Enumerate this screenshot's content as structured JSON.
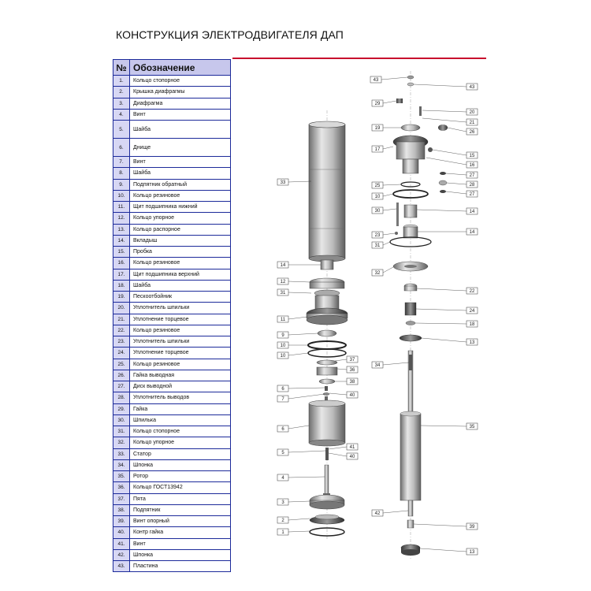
{
  "title": "КОНСТРУКЦИЯ ЭЛЕКТРОДВИГАТЕЛЯ ДАП",
  "table": {
    "header_num": "№",
    "header_name": "Обозначение",
    "rows": [
      {
        "num": "1.",
        "name": "Кольцо стопорное"
      },
      {
        "num": "2.",
        "name": "Крышка диафрагмы"
      },
      {
        "num": "3.",
        "name": "Диафрагма"
      },
      {
        "num": "4.",
        "name": "Винт"
      },
      {
        "num": "5.",
        "name": "Шайба"
      },
      {
        "num": "6.",
        "name": "Днище"
      },
      {
        "num": "7.",
        "name": "Винт"
      },
      {
        "num": "8.",
        "name": "Шайба"
      },
      {
        "num": "9.",
        "name": "Подпятник обратный"
      },
      {
        "num": "10.",
        "name": "Кольцо резиновое"
      },
      {
        "num": "11.",
        "name": "Щит подшипника нижний"
      },
      {
        "num": "12.",
        "name": "Кольцо упорное"
      },
      {
        "num": "13.",
        "name": "Кольцо распорное"
      },
      {
        "num": "14.",
        "name": "Вкладыш"
      },
      {
        "num": "15.",
        "name": "Пробка"
      },
      {
        "num": "16.",
        "name": "Кольцо резиновое"
      },
      {
        "num": "17.",
        "name": "Щит подшипника верхний"
      },
      {
        "num": "18.",
        "name": "Шайба"
      },
      {
        "num": "19.",
        "name": "Пескоотбойник"
      },
      {
        "num": "20.",
        "name": "Уплотнитель шпильки"
      },
      {
        "num": "21.",
        "name": "Уплотнение торцевое"
      },
      {
        "num": "22.",
        "name": "Кольцо резиновое"
      },
      {
        "num": "23.",
        "name": "Уплотнитель шпильки"
      },
      {
        "num": "24.",
        "name": "Уплотнение торцевое"
      },
      {
        "num": "25.",
        "name": "Кольцо резиновое"
      },
      {
        "num": "26.",
        "name": "Гайка выводная"
      },
      {
        "num": "27.",
        "name": "Диск выводной"
      },
      {
        "num": "28.",
        "name": "Уплотнитель выводов"
      },
      {
        "num": "29.",
        "name": "Гайка"
      },
      {
        "num": "30.",
        "name": "Шпилька"
      },
      {
        "num": "31.",
        "name": "Кольцо стопорное"
      },
      {
        "num": "32.",
        "name": "Кольцо упорное"
      },
      {
        "num": "33.",
        "name": "Статор"
      },
      {
        "num": "34.",
        "name": "Шпонка"
      },
      {
        "num": "35.",
        "name": "Ротор"
      },
      {
        "num": "36.",
        "name": "Кольцо ГОСТ13942"
      },
      {
        "num": "37.",
        "name": "Пята"
      },
      {
        "num": "38.",
        "name": "Подпятник"
      },
      {
        "num": "39.",
        "name": "Винт опорный"
      },
      {
        "num": "40.",
        "name": "Контр гайка"
      },
      {
        "num": "41.",
        "name": "Винт"
      },
      {
        "num": "42.",
        "name": "Шпонка"
      },
      {
        "num": "43.",
        "name": "Пластина"
      }
    ]
  },
  "callouts": {
    "c33": "33",
    "c14a": "14",
    "c12": "12",
    "c31a": "31",
    "c11": "11",
    "c9": "9",
    "c10a": "10",
    "c10b": "10",
    "c37": "37",
    "c36": "36",
    "c38": "38",
    "c6a": "6",
    "c7": "7",
    "c40a": "40",
    "c6b": "6",
    "c41": "41",
    "c40b": "40",
    "c5": "5",
    "c4": "4",
    "c3": "3",
    "c2": "2",
    "c1": "1",
    "c43a": "43",
    "c43b": "43",
    "c29": "29",
    "c20": "20",
    "c21": "21",
    "c19": "19",
    "c26": "26",
    "c17": "17",
    "c15": "15",
    "c16": "16",
    "c27a": "27",
    "c25": "25",
    "c28": "28",
    "c10c": "10",
    "c27b": "27",
    "c30": "30",
    "c14b": "14",
    "c14c": "14",
    "c23": "23",
    "c31b": "31",
    "c32": "32",
    "c22": "22",
    "c24": "24",
    "c18": "18",
    "c13a": "13",
    "c34": "34",
    "c35": "35",
    "c42": "42",
    "c39": "39",
    "c13b": "13"
  }
}
